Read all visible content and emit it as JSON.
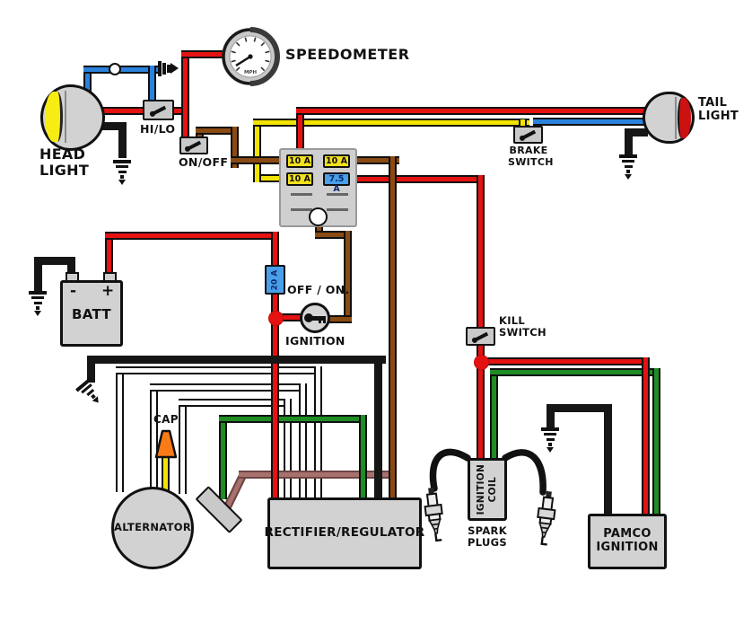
{
  "palette": {
    "wire_red": "#e51212",
    "wire_yellow": "#f2e400",
    "wire_blue": "#2a82dd",
    "wire_green": "#1f8c24",
    "wire_brown": "#8a4a13",
    "wire_black": "#161616",
    "wire_white": "#fdfdfd",
    "wire_mauve": "#a8716e",
    "fuse_yellow": "#f2e11c",
    "fuse_blue": "#4aa0e8",
    "component_gray": "#d2d2d2",
    "headlight_lens": "#f7ec13",
    "taillight_lens": "#cc1111",
    "cap_orange": "#f97b16"
  },
  "components": {
    "speedometer": {
      "label": "SPEEDOMETER",
      "unit": "MPH"
    },
    "headlight": {
      "line1": "HEAD",
      "line2": "LIGHT"
    },
    "hi_lo_switch": {
      "label": "HI/LO"
    },
    "on_off_switch": {
      "label": "ON/OFF"
    },
    "fuse_box": {
      "fuse1": "10 A",
      "fuse2": "10 A",
      "fuse3": "10 A",
      "fuse4": "7.5 A"
    },
    "brake_switch": {
      "line1": "BRAKE",
      "line2": "SWITCH"
    },
    "tail_light": {
      "line1": "TAIL",
      "line2": "LIGHT"
    },
    "battery": {
      "label": "BATT",
      "minus": "-",
      "plus": "+"
    },
    "main_fuse": {
      "label": "20 A"
    },
    "ignition_switch": {
      "states": "OFF / ON.",
      "label": "IGNITION"
    },
    "kill_switch": {
      "line1": "KILL",
      "line2": "SWITCH"
    },
    "cap": {
      "label": "CAP"
    },
    "alternator": {
      "label": "ALTERNATOR"
    },
    "rectifier": {
      "label": "RECTIFIER/REGULATOR"
    },
    "ignition_coil": {
      "line1": "IGNITION",
      "line2": "COIL"
    },
    "spark_plugs": {
      "line1": "SPARK",
      "line2": "PLUGS"
    },
    "pamco": {
      "line1": "PAMCO",
      "line2": "IGNITION"
    }
  },
  "wires": [
    {
      "color": "red",
      "path": "headlight - HI/LO switch - junction to speedometer and ON/OFF switch"
    },
    {
      "color": "blue",
      "path": "HI/LO switch - indicator bulb - connector plug / headlight"
    },
    {
      "color": "brown",
      "path": "ON/OFF switch - fuse box 10A"
    },
    {
      "color": "red",
      "path": "fuse 10A - tail light"
    },
    {
      "color": "yellow",
      "path": "fuse 10A - brake switch"
    },
    {
      "color": "blue",
      "path": "brake switch - tail light"
    },
    {
      "color": "red",
      "path": "fuse 7.5A - kill switch - ignition coil / PAMCO ignition"
    },
    {
      "color": "green",
      "path": "ignition coil - PAMCO ignition"
    },
    {
      "color": "brown",
      "path": "fuse box common - ignition switch"
    },
    {
      "color": "brown",
      "path": "fuse 10A - rectifier/regulator"
    },
    {
      "color": "red",
      "path": "battery + - 20A fuse - junction to ignition switch and rectifier/regulator"
    },
    {
      "color": "black",
      "path": "battery - to ground"
    },
    {
      "color": "white",
      "path": "alternator - rectifier/regulator (3 wires)"
    },
    {
      "color": "green",
      "path": "alternator connector - rectifier/regulator"
    },
    {
      "color": "yellow",
      "path": "alternator - cap (unused)"
    },
    {
      "color": "mauve",
      "path": "alternator connector - brown wire tee"
    },
    {
      "color": "black",
      "path": "ground bus - rectifier/regulator"
    },
    {
      "color": "black",
      "path": "PAMCO ignition - ground"
    },
    {
      "color": "black",
      "path": "head light / tail light - ground"
    }
  ]
}
